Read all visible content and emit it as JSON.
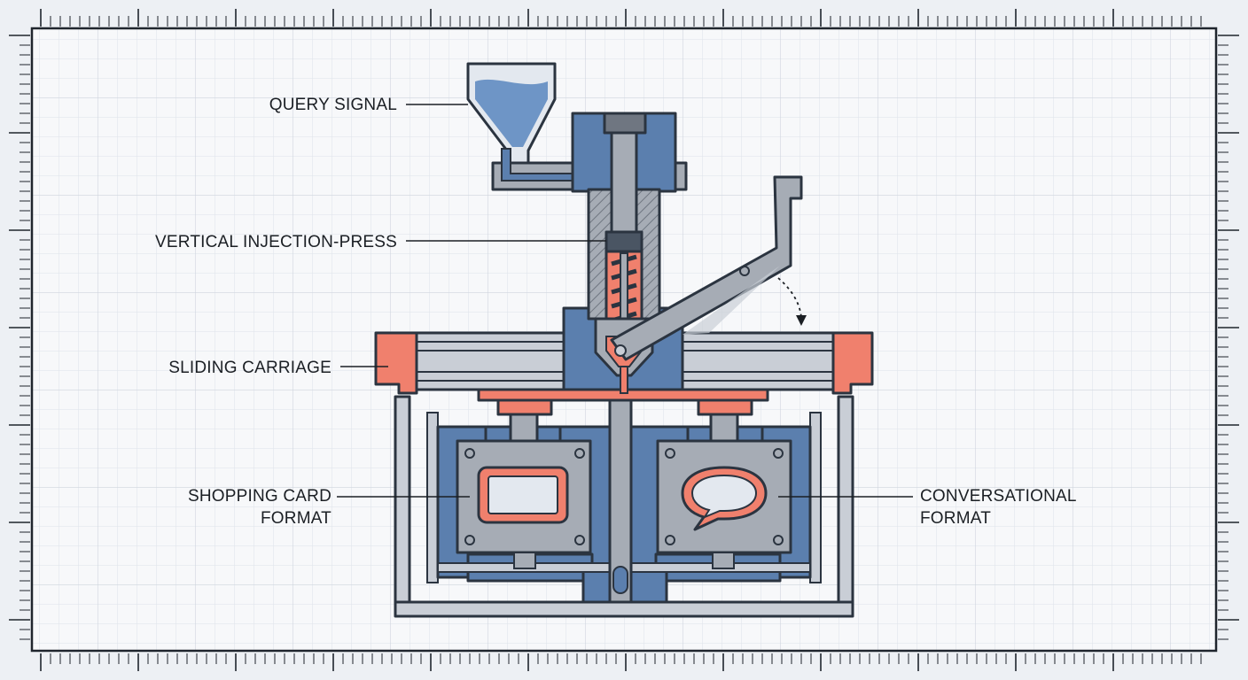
{
  "labels": {
    "query_signal": "QUERY SIGNAL",
    "vertical_injection_press": "VERTICAL INJECTION-PRESS",
    "sliding_carriage": "SLIDING CARRIAGE",
    "shopping_card_line1": "SHOPPING CARD",
    "shopping_card_line2": "FORMAT",
    "conversational_line1": "CONVERSATIONAL",
    "conversational_line2": "FORMAT"
  },
  "colors": {
    "blue": "#5b7fae",
    "gray": "#a6acb5",
    "light_gray": "#c9ced6",
    "coral": "#f0806d",
    "liquid": "#6e95c6",
    "outline": "#2b3440",
    "paper": "#f7f8fa",
    "grid": "#d9dee6"
  }
}
